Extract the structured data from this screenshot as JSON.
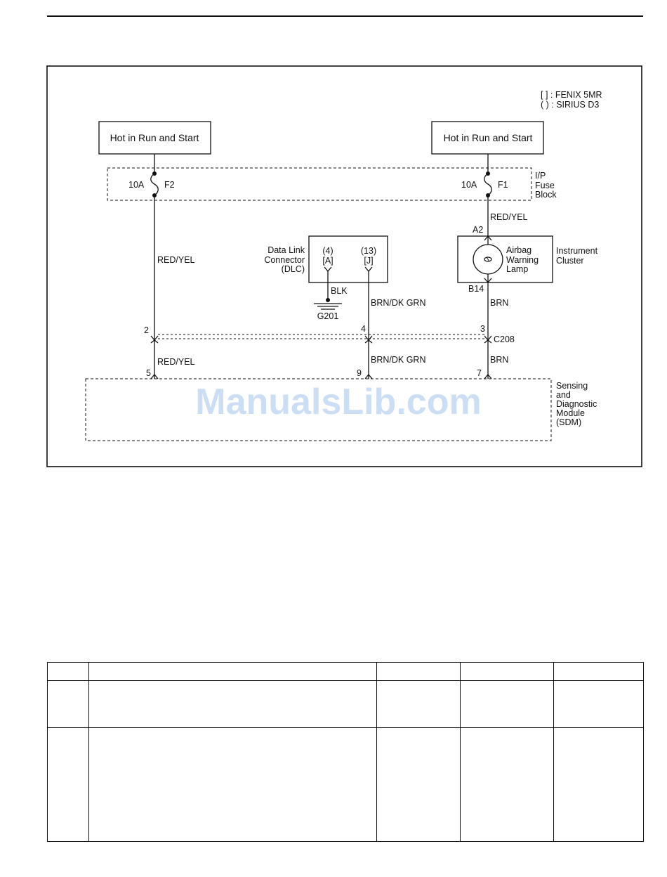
{
  "legend": {
    "line1": "[  ] : FENIX 5MR",
    "line2": "(  ) : SIRIUS D3"
  },
  "power_left": {
    "label": "Hot in Run and Start"
  },
  "power_right": {
    "label": "Hot in Run and Start"
  },
  "fuse_block": {
    "label_lines": [
      "I/P",
      "Fuse",
      "Block"
    ],
    "fuse_left": {
      "rating": "10A",
      "id": "F2"
    },
    "fuse_right": {
      "rating": "10A",
      "id": "F1"
    }
  },
  "wires": {
    "left_top": "RED/YEL",
    "right_top": "RED/YEL",
    "dlc_ground": "BLK",
    "dlc_signal": "BRN/DK GRN",
    "cluster_out": "BRN",
    "left_bottom": "RED/YEL",
    "mid_bottom": "BRN/DK GRN",
    "right_bottom": "BRN"
  },
  "dlc": {
    "label_lines": [
      "Data Link",
      "Connector",
      "(DLC)"
    ],
    "pin_a_lines": [
      "(4)",
      "[A]"
    ],
    "pin_b_lines": [
      "(13)",
      "[J]"
    ]
  },
  "ground": {
    "label": "G201"
  },
  "cluster": {
    "label_lines": [
      "Instrument",
      "Cluster"
    ],
    "lamp_lines": [
      "Airbag",
      "Warning",
      "Lamp"
    ],
    "pin_in": "A2",
    "pin_out": "B14"
  },
  "connector_c208": {
    "label": "C208",
    "pins": [
      "2",
      "4",
      "3"
    ]
  },
  "sdm": {
    "label_lines": [
      "Sensing",
      "and",
      "Diagnostic",
      "Module",
      "(SDM)"
    ],
    "pins": [
      "5",
      "9",
      "7"
    ]
  },
  "watermark": "ManualsLib.com"
}
